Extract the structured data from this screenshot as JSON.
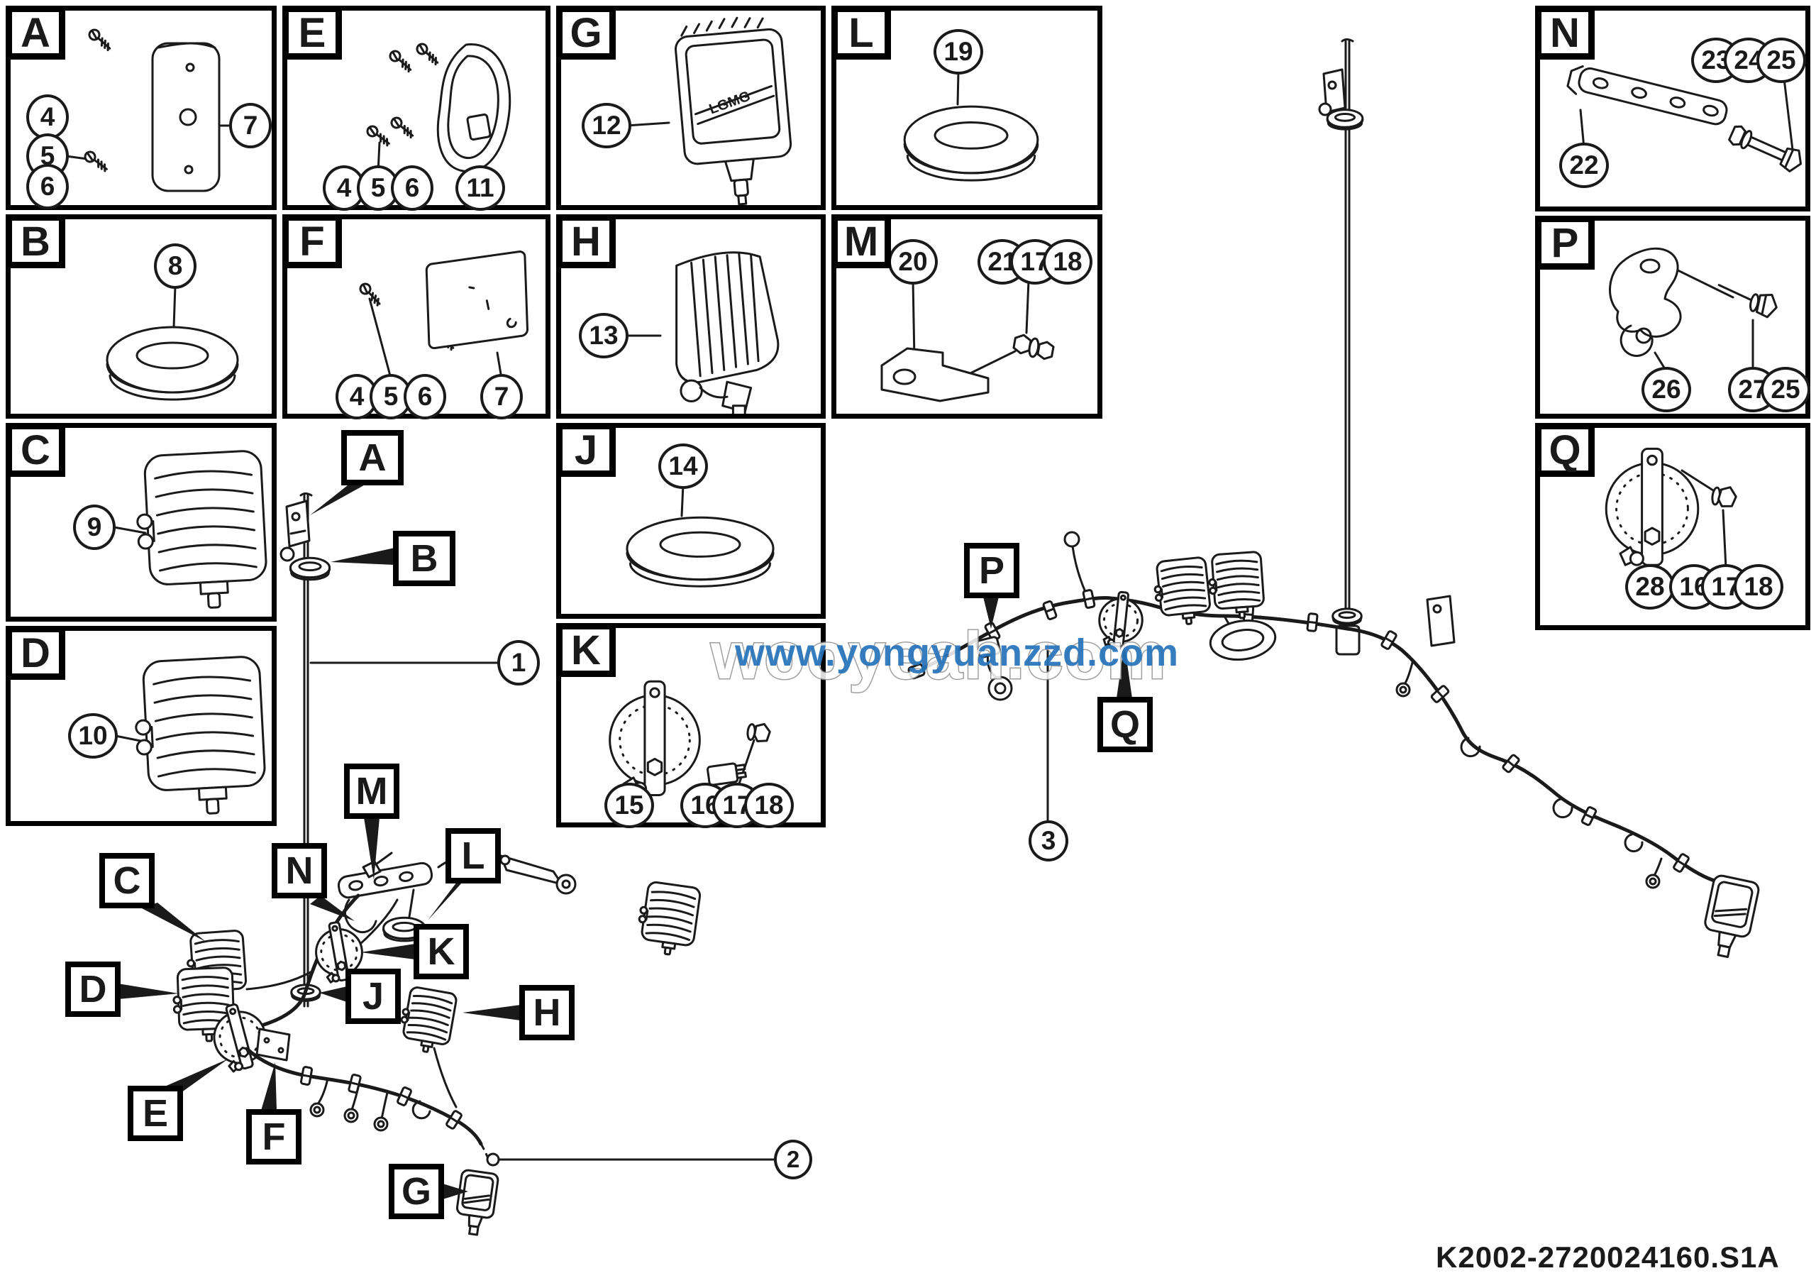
{
  "colors": {
    "ink": "#1a1a1a",
    "watermark_blue": "#2673bb",
    "watermark_outline_gray": "#8f8f8f",
    "background": "#ffffff"
  },
  "part_number": "K2002-2720024160.S1A",
  "watermark": {
    "outline_text": "wooyeah.com",
    "blue_text": "www.yongyuanzzd.com"
  },
  "panels": {
    "A": {
      "letter": "A",
      "callouts": [
        "4",
        "5",
        "6",
        "7"
      ]
    },
    "E": {
      "letter": "E",
      "callouts": [
        "4",
        "5",
        "6",
        "11"
      ]
    },
    "G": {
      "letter": "G",
      "callouts": [
        "12"
      ],
      "logo": "LGMG"
    },
    "L": {
      "letter": "L",
      "callouts": [
        "19"
      ]
    },
    "N": {
      "letter": "N",
      "callouts": [
        "22",
        "23",
        "24",
        "25"
      ]
    },
    "B": {
      "letter": "B",
      "callouts": [
        "8"
      ]
    },
    "F": {
      "letter": "F",
      "callouts": [
        "4",
        "5",
        "6",
        "7"
      ]
    },
    "H": {
      "letter": "H",
      "callouts": [
        "13"
      ]
    },
    "M": {
      "letter": "M",
      "callouts": [
        "20",
        "21",
        "17",
        "18"
      ]
    },
    "P": {
      "letter": "P",
      "callouts": [
        "26",
        "27",
        "25"
      ]
    },
    "C": {
      "letter": "C",
      "callouts": [
        "9"
      ]
    },
    "J": {
      "letter": "J",
      "callouts": [
        "14"
      ]
    },
    "Q": {
      "letter": "Q",
      "callouts": [
        "28",
        "16",
        "17",
        "18"
      ]
    },
    "D": {
      "letter": "D",
      "callouts": [
        "10"
      ]
    },
    "K": {
      "letter": "K",
      "callouts": [
        "15",
        "16",
        "17",
        "18"
      ]
    }
  },
  "diagram": {
    "labels": {
      "rod_a": "A",
      "rod_b": "B",
      "h2_c": "C",
      "h2_d": "D",
      "h2_e": "E",
      "h2_f": "F",
      "h2_g": "G",
      "h2_h": "H",
      "h2_j": "J",
      "h2_k": "K",
      "h2_l": "L",
      "h2_m": "M",
      "h2_n": "N",
      "h1_p": "P",
      "h1_q": "Q"
    },
    "callouts": {
      "wiring_harness_1": "1",
      "wiring_harness_2": "2",
      "wiring_harness_3": "3"
    }
  }
}
